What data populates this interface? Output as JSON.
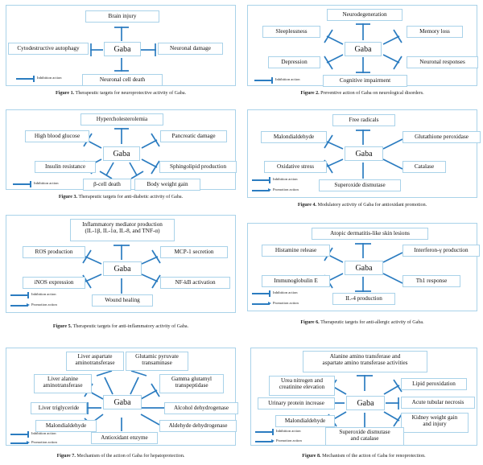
{
  "document": {
    "kind": "scientific-figure-sheet",
    "accent_color": "#2b7cc0",
    "box_border_color": "#a9d2e9",
    "panel_count": 8
  },
  "legend_labels": {
    "inhibition": "Inhibition action",
    "promotion": "Promotion action"
  },
  "center_label": "Gaba",
  "figures": [
    {
      "id": "figure-1",
      "caption_number": "Figure 1.",
      "caption_text": "Therapeutic targets for neuroprotective activity of Gaba.",
      "center": "Gaba",
      "legend": [
        "Inhibition action"
      ],
      "nodes": [
        {
          "label": "Brain injury",
          "relation": "inhibition"
        },
        {
          "label": "Cytodestructive autophagy",
          "relation": "inhibition"
        },
        {
          "label": "Neuronal damage",
          "relation": "inhibition"
        },
        {
          "label": "Neuronal cell death",
          "relation": "inhibition"
        }
      ]
    },
    {
      "id": "figure-2",
      "caption_number": "Figure 2.",
      "caption_text": "Preventive action of Gaba on neurological disorders.",
      "center": "Gaba",
      "legend": [
        "Inhibition action"
      ],
      "nodes": [
        {
          "label": "Neurodegeneration",
          "relation": "inhibition"
        },
        {
          "label": "Sleeplessness",
          "relation": "inhibition"
        },
        {
          "label": "Memory loss",
          "relation": "inhibition"
        },
        {
          "label": "Depression",
          "relation": "inhibition"
        },
        {
          "label": "Neuronal responses",
          "relation": "inhibition"
        },
        {
          "label": "Cognitive impairment",
          "relation": "inhibition"
        }
      ]
    },
    {
      "id": "figure-3",
      "caption_number": "Figure 3.",
      "caption_text": "Therapeutic targets for anti-diabetic activity of Gaba.",
      "center": "Gaba",
      "legend": [
        "Inhibition action"
      ],
      "nodes": [
        {
          "label": "Hypercholesterolemia",
          "relation": "inhibition"
        },
        {
          "label": "High blood glucose",
          "relation": "inhibition"
        },
        {
          "label": "Pancreatic damage",
          "relation": "inhibition"
        },
        {
          "label": "Insulin resistance",
          "relation": "inhibition"
        },
        {
          "label": "Sphingolipid production",
          "relation": "inhibition"
        },
        {
          "label": "β-cell death",
          "relation": "inhibition"
        },
        {
          "label": "Body weight gain",
          "relation": "inhibition"
        }
      ]
    },
    {
      "id": "figure-4",
      "caption_number": "Figure 4.",
      "caption_text": "Modulatory activity of Gaba for antioxidant promotion.",
      "center": "Gaba",
      "legend": [
        "Inhibition action",
        "Promotion action"
      ],
      "nodes": [
        {
          "label": "Free radicals",
          "relation": "inhibition"
        },
        {
          "label": "Malondialdehyde",
          "relation": "inhibition"
        },
        {
          "label": "Glutathione peroxidase",
          "relation": "promotion"
        },
        {
          "label": "Oxidative stress",
          "relation": "inhibition"
        },
        {
          "label": "Catalase",
          "relation": "promotion"
        },
        {
          "label": "Superoxide dismutase",
          "relation": "promotion"
        }
      ]
    },
    {
      "id": "figure-5",
      "caption_number": "Figure 5.",
      "caption_text": "Therapeutic targets for anti-inflammatory activity of Gaba.",
      "center": "Gaba",
      "legend": [
        "Inhibition action",
        "Promotion action"
      ],
      "nodes": [
        {
          "label": "Inflammatory mediator production (IL-1β, IL-1α, IL-8, and TNF-α)",
          "relation": "inhibition"
        },
        {
          "label": "ROS production",
          "relation": "inhibition"
        },
        {
          "label": "MCP-1 secretion",
          "relation": "inhibition"
        },
        {
          "label": "iNOS expression",
          "relation": "inhibition"
        },
        {
          "label": "NF-kB activation",
          "relation": "inhibition"
        },
        {
          "label": "Wound healing",
          "relation": "promotion"
        }
      ],
      "node_lines": {
        "top_line1": "Inflammatory mediator production",
        "top_line2": "(IL-1β, IL-1α, IL-8, and TNF-α)"
      }
    },
    {
      "id": "figure-6",
      "caption_number": "Figure 6.",
      "caption_text": "Therapeutic targets for anti-allergic activity of Gaba.",
      "center": "Gaba",
      "legend": [
        "Inhibition action",
        "Promotion action"
      ],
      "nodes": [
        {
          "label": "Atopic dermatitis-like skin lesions",
          "relation": "inhibition"
        },
        {
          "label": "Histamine release",
          "relation": "inhibition"
        },
        {
          "label": "Interferon-γ production",
          "relation": "promotion"
        },
        {
          "label": "Immunoglobulin E",
          "relation": "inhibition"
        },
        {
          "label": "Th1 response",
          "relation": "promotion"
        },
        {
          "label": "IL-4 production",
          "relation": "inhibition"
        }
      ]
    },
    {
      "id": "figure-7",
      "caption_number": "Figure 7.",
      "caption_text": "Mechanism of the action of Gaba for hepatoprotection.",
      "center": "Gaba",
      "legend": [
        "Inhibition action",
        "Promotion action"
      ],
      "nodes": [
        {
          "label": "Liver aspartate aminotransferase",
          "relation": "inhibition"
        },
        {
          "label": "Glutamic pyruvate transaminase",
          "relation": "inhibition"
        },
        {
          "label": "Liver alanine aminotransferase",
          "relation": "inhibition"
        },
        {
          "label": "Gamma glutamyl transpeptidase",
          "relation": "inhibition"
        },
        {
          "label": "Liver triglyceride",
          "relation": "inhibition"
        },
        {
          "label": "Alcohol dehydrogenase",
          "relation": "promotion"
        },
        {
          "label": "Malondialdehyde",
          "relation": "inhibition"
        },
        {
          "label": "Aldehyde dehydrogenase",
          "relation": "promotion"
        },
        {
          "label": "Antioxidant enzyme",
          "relation": "promotion"
        }
      ],
      "node_lines": {
        "n1a": "Liver aspartate",
        "n1b": "aminotransferase",
        "n2a": "Glutamic pyruvate",
        "n2b": "transaminase",
        "n3a": "Liver alanine",
        "n3b": "aminotransferase",
        "n4a": "Gamma glutamyl",
        "n4b": "transpeptidase"
      }
    },
    {
      "id": "figure-8",
      "caption_number": "Figure 8.",
      "caption_text": "Mechanism of the action of Gaba for renoprotection.",
      "center": "Gaba",
      "legend": [
        "Inhibition action",
        "Promotion action"
      ],
      "nodes": [
        {
          "label": "Alanine amino transferase and aspartate amino transferase activities",
          "relation": "inhibition"
        },
        {
          "label": "Urea nitrogen and creatinine elevation",
          "relation": "inhibition"
        },
        {
          "label": "Lipid peroxidation",
          "relation": "inhibition"
        },
        {
          "label": "Urinary protein increase",
          "relation": "inhibition"
        },
        {
          "label": "Acute tubular necrosis",
          "relation": "inhibition"
        },
        {
          "label": "Malondialdehyde",
          "relation": "inhibition"
        },
        {
          "label": "Kidney weight gain and injury",
          "relation": "inhibition"
        },
        {
          "label": "Superoxide dismutase and catalase",
          "relation": "promotion"
        }
      ],
      "node_lines": {
        "topa": "Alanine amino transferase and",
        "topb": "aspartate amino transferase activities",
        "l1a": "Urea nitrogen and",
        "l1b": "creatinine elevation",
        "r3a": "Kidney weight gain",
        "r3b": "and injury",
        "bota": "Superoxide dismutase",
        "botb": "and catalase"
      }
    }
  ]
}
